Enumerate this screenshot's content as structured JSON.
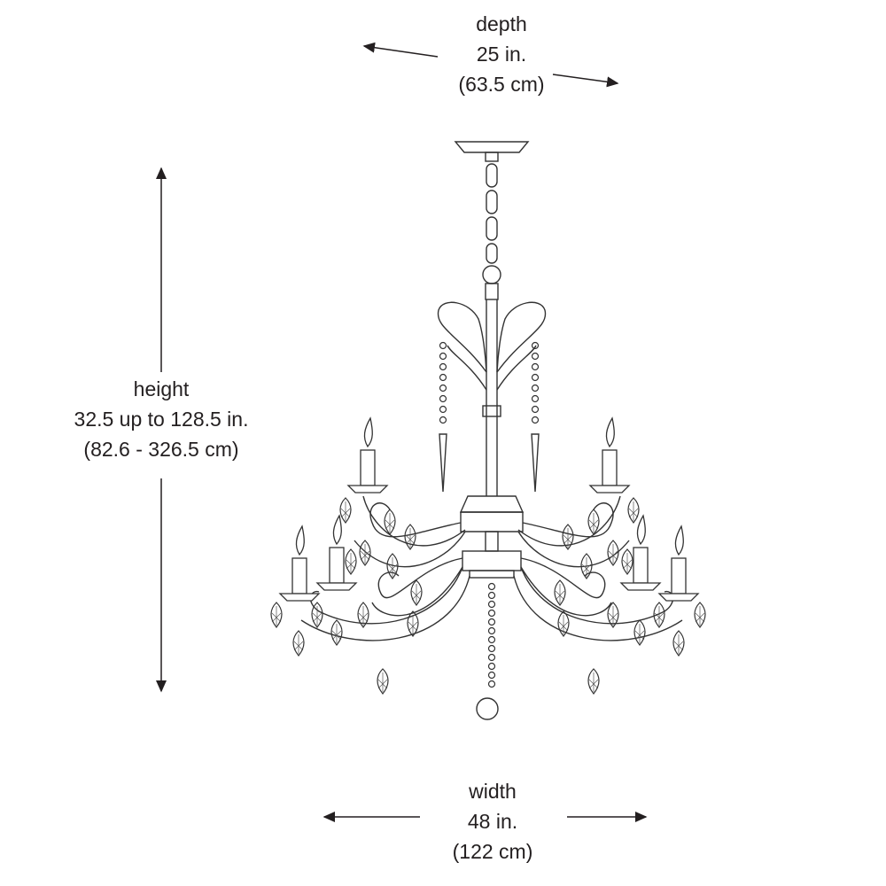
{
  "depth": {
    "label": "depth",
    "imperial": "25 in.",
    "metric": "(63.5 cm)"
  },
  "height": {
    "label": "height",
    "imperial": "32.5 up to 128.5 in.",
    "metric": "(82.6 - 326.5 cm)"
  },
  "width": {
    "label": "width",
    "imperial": "48 in.",
    "metric": "(122 cm)"
  },
  "colors": {
    "line": "#231f20",
    "background": "#ffffff"
  }
}
